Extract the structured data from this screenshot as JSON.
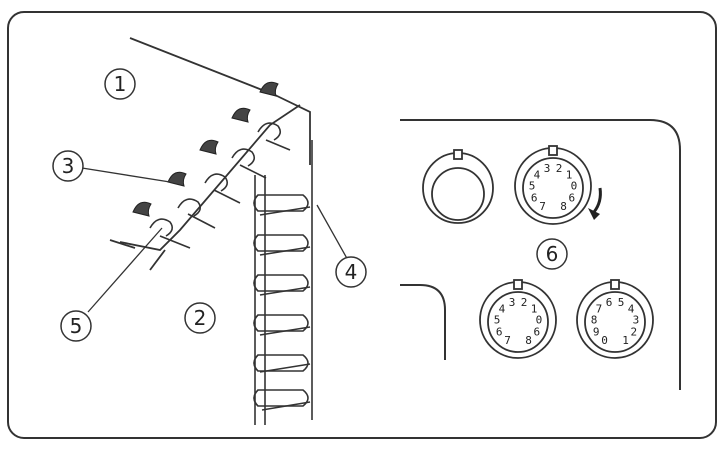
{
  "callouts": [
    {
      "id": "c1",
      "label": "1"
    },
    {
      "id": "c2",
      "label": "2"
    },
    {
      "id": "c3",
      "label": "3"
    },
    {
      "id": "c4",
      "label": "4"
    },
    {
      "id": "c5",
      "label": "5"
    },
    {
      "id": "c6",
      "label": "6"
    }
  ],
  "dials": {
    "top_right": [
      "7",
      "6",
      "5",
      "4",
      "3",
      "2",
      "1",
      "0",
      "6",
      "8"
    ],
    "bottom_left": [
      "7",
      "6",
      "5",
      "4",
      "3",
      "2",
      "1",
      "0",
      "6",
      "8"
    ],
    "bottom_right": [
      "0",
      "9",
      "8",
      "7",
      "6",
      "5",
      "4",
      "3",
      "2",
      "1"
    ]
  }
}
